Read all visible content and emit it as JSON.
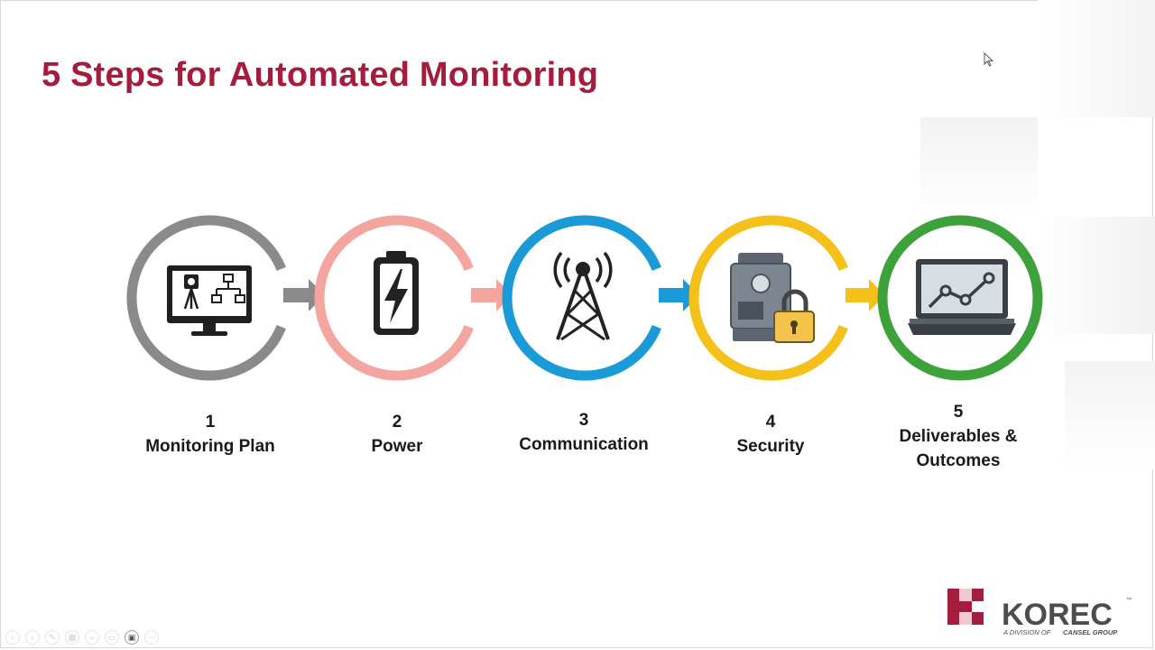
{
  "slide": {
    "title": "5 Steps for Automated Monitoring"
  },
  "steps": [
    {
      "number": "1",
      "label": "Monitoring Plan",
      "color": "#8a8a8a",
      "icon": "monitor-flowchart-icon"
    },
    {
      "number": "2",
      "label": "Power",
      "color": "#f4a5a0",
      "icon": "battery-charging-icon"
    },
    {
      "number": "3",
      "label": "Communication",
      "color": "#1a9ad6",
      "icon": "radio-tower-icon"
    },
    {
      "number": "4",
      "label": "Security",
      "color": "#f6c01a",
      "icon": "total-station-lock-icon"
    },
    {
      "number": "5",
      "label_line1": "Deliverables &",
      "label_line2": "Outcomes",
      "color": "#3ea23a",
      "icon": "laptop-line-chart-icon"
    }
  ],
  "logo": {
    "name": "KOREC",
    "tagline_prefix": "A DIVISION OF",
    "tagline_company": "CANSEL GROUP",
    "tm": "™",
    "brand_color": "#a51c3c"
  },
  "toolbar": {
    "buttons": [
      "previous-icon",
      "next-icon",
      "pen-icon",
      "slides-icon",
      "zoom-icon",
      "subtitles-icon",
      "camera-icon",
      "more-icon"
    ]
  }
}
